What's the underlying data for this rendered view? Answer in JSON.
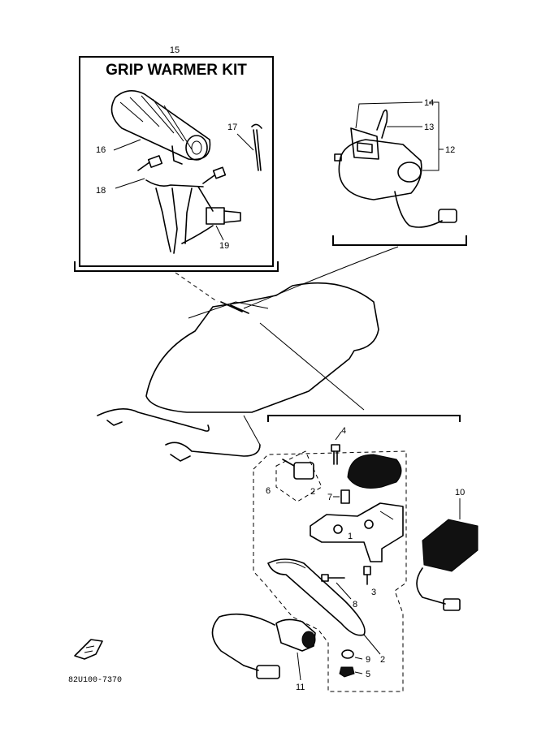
{
  "title": "GRIP WARMER KIT",
  "code": "82U100-7370",
  "parts": {
    "p15": "15",
    "p16": "16",
    "p17": "17",
    "p18": "18",
    "p19": "19",
    "p14": "14",
    "p13": "13",
    "p12": "12",
    "p4": "4",
    "p6": "6",
    "p7": "7",
    "p2a": "2",
    "p1": "1",
    "p10": "10",
    "p8": "8",
    "p3": "3",
    "p9": "9",
    "p2b": "2",
    "p5": "5",
    "p11": "11"
  },
  "colors": {
    "ink": "#000000",
    "paper": "#ffffff"
  }
}
